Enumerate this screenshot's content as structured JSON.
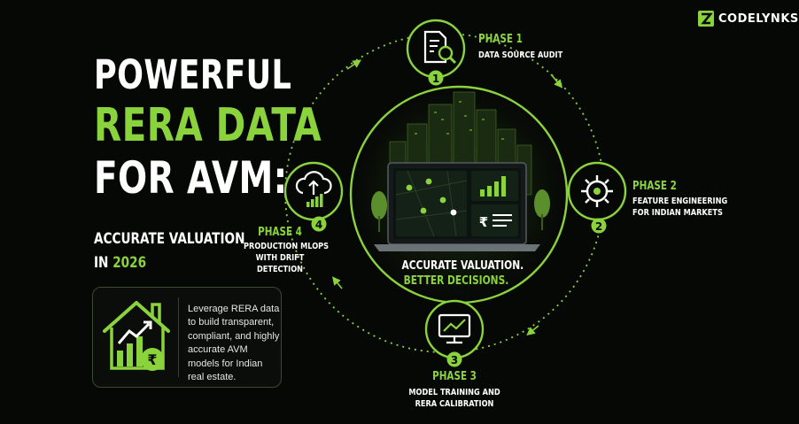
{
  "brand": {
    "name": "CODELYNKS",
    "color": "#8bd33c"
  },
  "headline": {
    "line1": "POWERFUL",
    "line2": "RERA DATA",
    "line3": "FOR AVM:"
  },
  "subtitle": {
    "line1": "ACCURATE VALUATION",
    "line2_prefix": "IN ",
    "year": "2026"
  },
  "info_card": {
    "text": "Leverage RERA data to build transparent, compliant, and highly accurate AVM models for Indian real estate."
  },
  "center": {
    "line1": "ACCURATE VALUATION.",
    "line2": "BETTER DECISIONS.",
    "rupee": "₹"
  },
  "phases": [
    {
      "number": "1",
      "title": "PHASE 1",
      "desc_lines": [
        "DATA SOURCE AUDIT"
      ],
      "icon": "document-search-icon"
    },
    {
      "number": "2",
      "title": "PHASE 2",
      "desc_lines": [
        "FEATURE ENGINEERING",
        "FOR INDIAN MARKETS"
      ],
      "icon": "gear-icon"
    },
    {
      "number": "3",
      "title": "PHASE 3",
      "desc_lines": [
        "MODEL TRAINING AND",
        "RERA CALIBRATION"
      ],
      "icon": "monitor-chart-icon"
    },
    {
      "number": "4",
      "title": "PHASE 4",
      "desc_lines": [
        "PRODUCTION MLOPS",
        "WITH DRIFT",
        "DETECTION"
      ],
      "icon": "cloud-upload-icon"
    }
  ],
  "colors": {
    "accent": "#8bd33c",
    "background": "#060806",
    "text": "#ffffff"
  }
}
